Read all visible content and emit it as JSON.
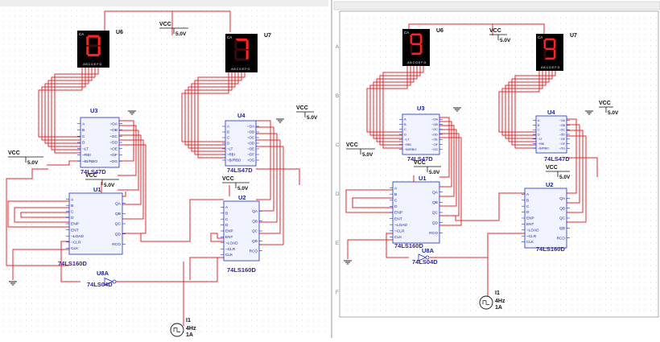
{
  "panels": [
    {
      "displays": [
        {
          "ref": "U6",
          "digit": "0",
          "pins": "A B C D E F G",
          "ca": "CA"
        },
        {
          "ref": "U7",
          "digit": "7",
          "pins": "A B C D E F G",
          "ca": "CA"
        }
      ],
      "decoders": [
        {
          "ref": "U3",
          "part": "74LS47D",
          "left_pins": [
            "A",
            "B",
            "C",
            "D",
            "~LT",
            "~RBI",
            "~BI/RBO"
          ],
          "right_pins": [
            "~OA",
            "~OB",
            "~OC",
            "~OD",
            "~OE",
            "~OF",
            "~OG"
          ]
        },
        {
          "ref": "U4",
          "part": "74LS47D",
          "left_pins": [
            "A",
            "B",
            "C",
            "D",
            "~LT",
            "~RBI",
            "~BI/RBO"
          ],
          "right_pins": [
            "~OA",
            "~OB",
            "~OC",
            "~OD",
            "~OE",
            "~OF",
            "~OG"
          ]
        }
      ],
      "counters": [
        {
          "ref": "U1",
          "part": "74LS160D",
          "left_pins": [
            "A",
            "B",
            "C",
            "D",
            "ENP",
            "ENT",
            "~LOAD",
            "~CLR",
            "CLK"
          ],
          "right_pins": [
            "QA",
            "QB",
            "QC",
            "QD",
            "RCO"
          ]
        },
        {
          "ref": "U2",
          "part": "74LS160D",
          "left_pins": [
            "A",
            "B",
            "C",
            "D",
            "ENP",
            "ENT",
            "~LOAD",
            "~CLR",
            "CLK"
          ],
          "right_pins": [
            "QA",
            "QB",
            "QC",
            "QD",
            "RCO"
          ]
        }
      ],
      "inverter": {
        "ref": "U8A",
        "part": "74LS04D"
      },
      "supplies": [
        {
          "label": "VCC",
          "value": "5.0V"
        },
        {
          "label": "VCC",
          "value": "5.0V"
        },
        {
          "label": "VCC",
          "value": "5.0V"
        },
        {
          "label": "VCC",
          "value": "5.0V"
        },
        {
          "label": "VCC",
          "value": "5.0V"
        }
      ],
      "clock": {
        "ref": "I1",
        "freq": "4Hz",
        "amp": "1A"
      }
    },
    {
      "displays": [
        {
          "ref": "U6",
          "digit": "9",
          "pins": "A B C D E F G",
          "ca": "CA"
        },
        {
          "ref": "U7",
          "digit": "9",
          "pins": "A B C D E F G",
          "ca": "CA"
        }
      ],
      "decoders": [
        {
          "ref": "U3",
          "part": "74LS47D",
          "left_pins": [
            "A",
            "B",
            "C",
            "D",
            "~LT",
            "~RBI",
            "~BI/RBO"
          ],
          "right_pins": [
            "~OA",
            "~OB",
            "~OC",
            "~OD",
            "~OE",
            "~OF",
            "~OG"
          ]
        },
        {
          "ref": "U4",
          "part": "74LS47D",
          "left_pins": [
            "A",
            "B",
            "C",
            "D",
            "~LT",
            "~RBI",
            "~BI/RBO"
          ],
          "right_pins": [
            "~OA",
            "~OB",
            "~OC",
            "~OD",
            "~OE",
            "~OF",
            "~OG"
          ]
        }
      ],
      "counters": [
        {
          "ref": "U1",
          "part": "74LS160D",
          "left_pins": [
            "A",
            "B",
            "C",
            "D",
            "ENP",
            "ENT",
            "~LOAD",
            "~CLR",
            "CLK"
          ],
          "right_pins": [
            "QA",
            "QB",
            "QC",
            "QD",
            "RCO"
          ]
        },
        {
          "ref": "U2",
          "part": "74LS160D",
          "left_pins": [
            "A",
            "B",
            "C",
            "D",
            "ENP",
            "ENT",
            "~LOAD",
            "~CLR",
            "CLK"
          ],
          "right_pins": [
            "QA",
            "QB",
            "QC",
            "QD",
            "RCO"
          ]
        }
      ],
      "inverter": {
        "ref": "U8A",
        "part": "74LS04D"
      },
      "supplies": [
        {
          "label": "VCC",
          "value": "5.0V"
        },
        {
          "label": "VCC",
          "value": "5.0V"
        },
        {
          "label": "VCC",
          "value": "5.0V"
        },
        {
          "label": "VCC",
          "value": "5.0V"
        },
        {
          "label": "VCC",
          "value": "5.0V"
        }
      ],
      "clock": {
        "ref": "I1",
        "freq": "4Hz",
        "amp": "1A"
      },
      "border_letters": [
        "A",
        "B",
        "C",
        "D",
        "E",
        "F"
      ]
    }
  ],
  "colors": {
    "wire": "#e8262b",
    "chip_border": "#1c2bd6",
    "chip_fill": "#f1f3ff",
    "label": "#1a22a8",
    "part": "#3b1aa6",
    "text": "#111111",
    "segment_on": "#ff2020",
    "segment_off": "#3a0a0a",
    "display_body": "#000000",
    "grid_dot": "#b9b9b9"
  }
}
